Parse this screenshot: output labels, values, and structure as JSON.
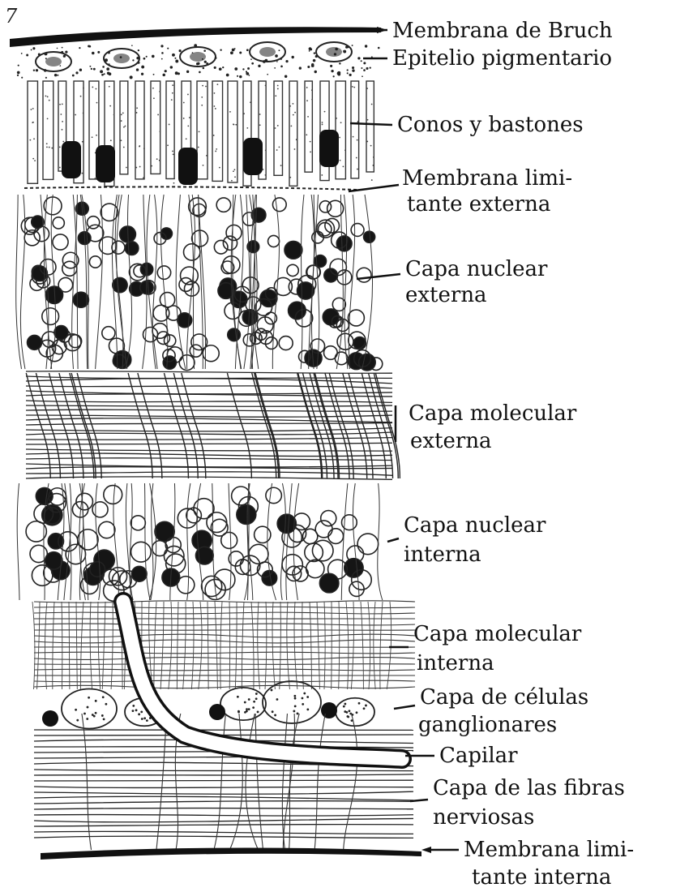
{
  "figure": {
    "corner_mark": "7",
    "labels": [
      {
        "lines": [
          "Membrana de Bruch"
        ]
      },
      {
        "lines": [
          "Epitelio pigmentario"
        ]
      },
      {
        "lines": [
          "Conos y bastones"
        ]
      },
      {
        "lines": [
          "Membrana limi-",
          "tante externa"
        ]
      },
      {
        "lines": [
          "Capa nuclear",
          "externa"
        ]
      },
      {
        "lines": [
          "Capa molecular",
          "externa"
        ]
      },
      {
        "lines": [
          "Capa nuclear",
          "interna"
        ]
      },
      {
        "lines": [
          "Capa molecular",
          "interna"
        ]
      },
      {
        "lines": [
          "Capa de células",
          "ganglionares"
        ]
      },
      {
        "lines": [
          "Capilar"
        ]
      },
      {
        "lines": [
          "Capa de las fibras",
          "nerviosas"
        ]
      },
      {
        "lines": [
          "Membrana limi-",
          "tante interna"
        ]
      }
    ]
  }
}
